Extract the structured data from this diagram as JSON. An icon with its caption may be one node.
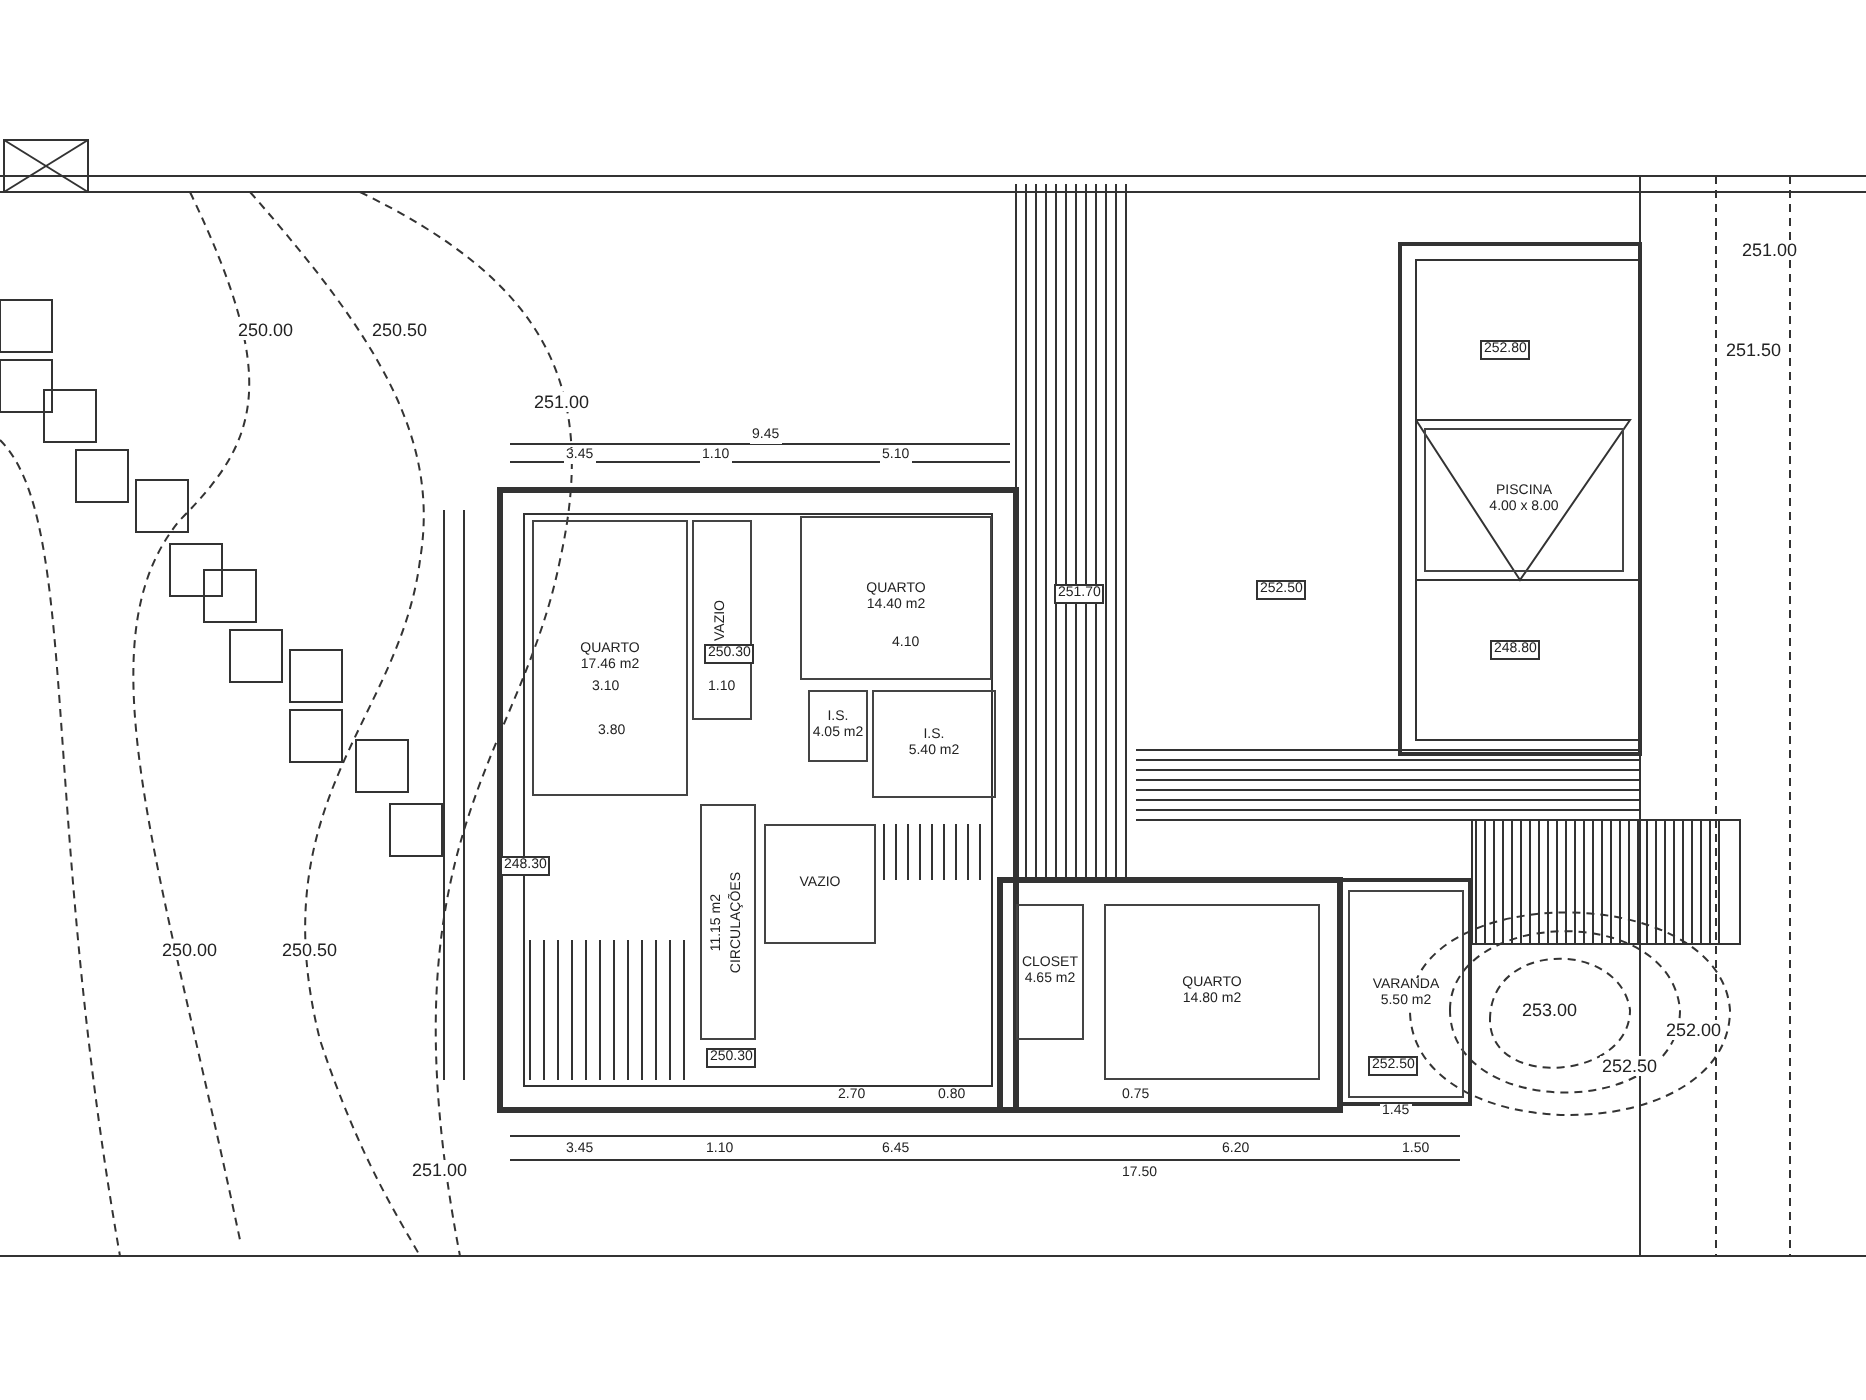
{
  "diagram": {
    "nodes": [
      {
        "text": [
          "QUARTO",
          "17.46 m2"
        ]
      },
      {
        "text": [
          "VAZIO"
        ]
      },
      {
        "text": [
          "QUARTO",
          "14.40 m2"
        ]
      },
      {
        "text": [
          "I.S.",
          "4.05 m2"
        ]
      },
      {
        "text": [
          "I.S.",
          "5.40 m2"
        ]
      },
      {
        "text": [
          "CIRCULAÇÕES",
          "11.15 m2"
        ]
      },
      {
        "text": [
          "VAZIO"
        ]
      },
      {
        "text": [
          "CLOSET",
          "4.65 m2"
        ]
      },
      {
        "text": [
          "QUARTO",
          "14.80 m2"
        ]
      },
      {
        "text": [
          "VARANDA",
          "5.50 m2"
        ]
      },
      {
        "text": [
          "PISCINA",
          "4.00 x 8.00"
        ]
      }
    ],
    "edges": [],
    "labels": [
      "9.45",
      "3.45",
      "1.10",
      "5.10",
      "3.10",
      "1.10",
      "4.10",
      "3.80",
      "2.70",
      "0.80",
      "0.75",
      "1.45",
      "3.45",
      "1.10",
      "6.45",
      "6.20",
      "1.50",
      "17.50",
      "250.00",
      "250.50",
      "251.00",
      "251.50",
      "251.00",
      "252.00",
      "252.50",
      "253.00",
      "250.00",
      "250.50",
      "251.00",
      "250.30",
      "251.70",
      "250.30",
      "252.50",
      "252.80",
      "248.80",
      "248.30",
      "252.50"
    ]
  }
}
